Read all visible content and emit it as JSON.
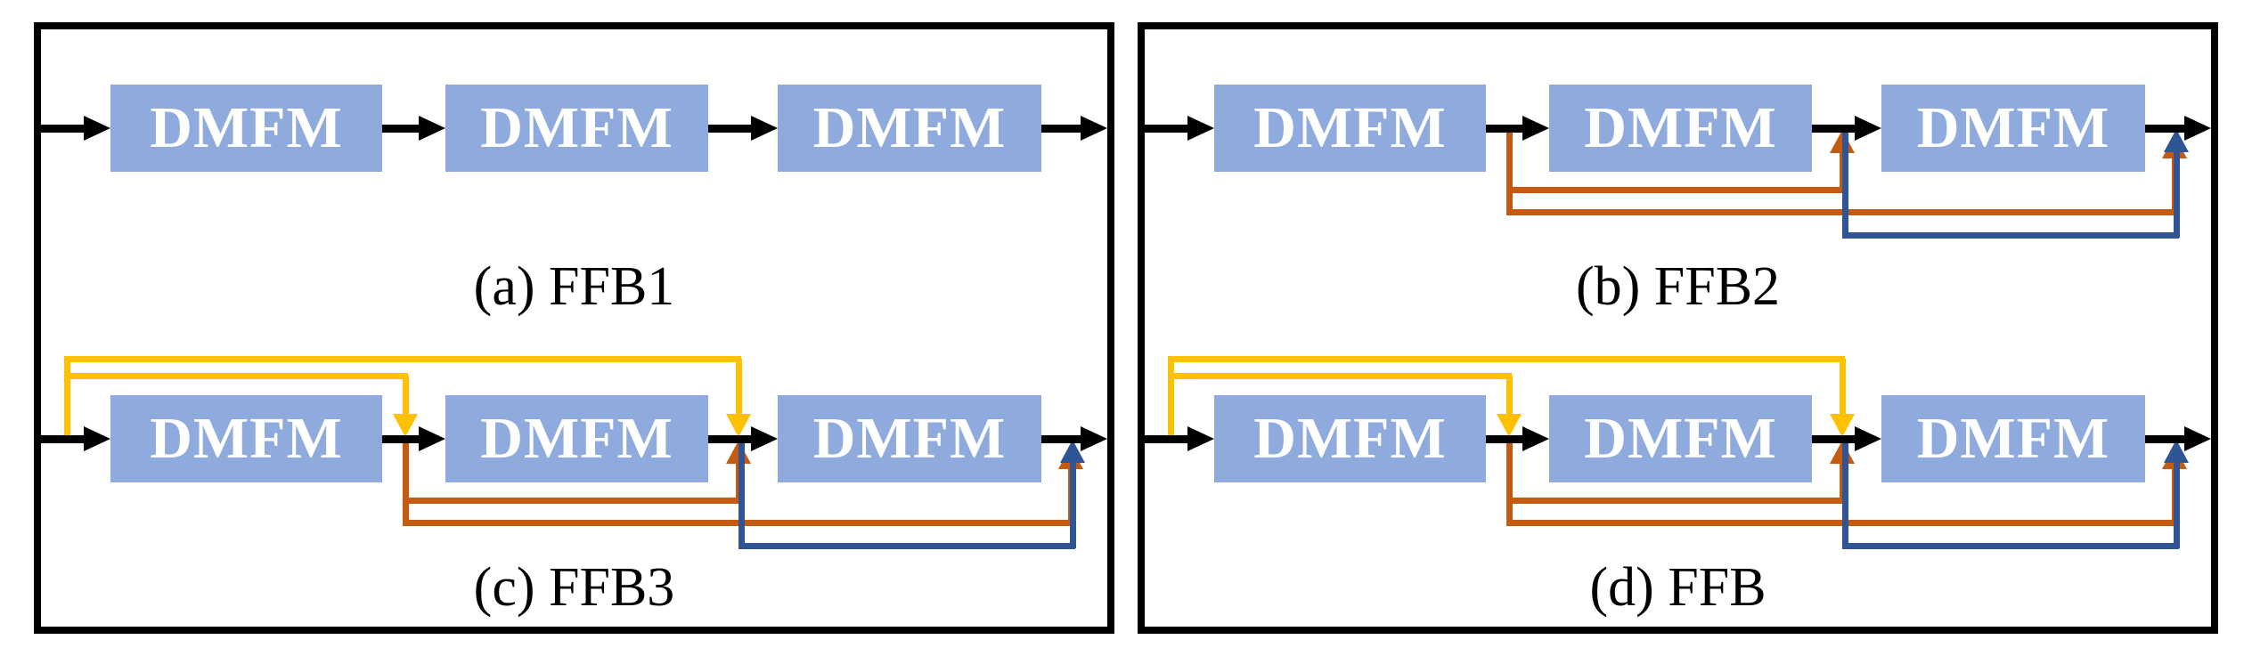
{
  "figure": {
    "background": "#FFFFFF",
    "colors": {
      "panel_border": "#000000",
      "flow_arrow": "#000000",
      "block_fill": "#8FAADC",
      "block_text_color": "#FFFFFF",
      "skip_from_input": "#FFC000",
      "skip_from_block1": "#C55A11",
      "skip_from_block2": "#2F5597"
    },
    "panels": [
      {
        "name": "left",
        "sections": [
          {
            "caption": "(a) FFB1",
            "blocks": [
              "DMFM",
              "DMFM",
              "DMFM"
            ],
            "skips": []
          },
          {
            "caption": "(c) FFB3",
            "blocks": [
              "DMFM",
              "DMFM",
              "DMFM"
            ],
            "skips": [
              "from_input",
              "from_block1",
              "from_block2"
            ]
          }
        ]
      },
      {
        "name": "right",
        "sections": [
          {
            "caption": "(b) FFB2",
            "blocks": [
              "DMFM",
              "DMFM",
              "DMFM"
            ],
            "skips": [
              "from_block1",
              "from_block2"
            ]
          },
          {
            "caption": "(d) FFB",
            "blocks": [
              "DMFM",
              "DMFM",
              "DMFM"
            ],
            "skips": [
              "from_input",
              "from_block1",
              "from_block2"
            ]
          }
        ]
      }
    ]
  }
}
